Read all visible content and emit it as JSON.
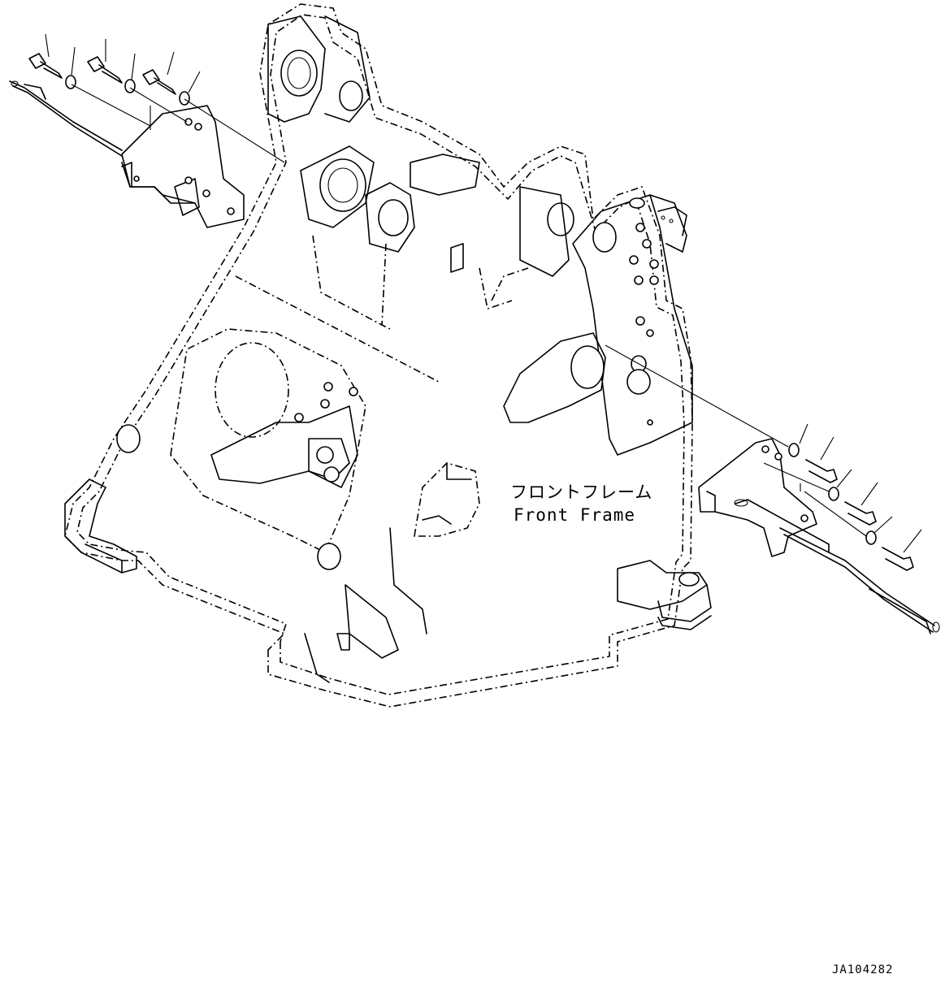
{
  "labels": {
    "front_frame_jp": "フロントフレーム",
    "front_frame_en": "Front Frame",
    "drawing_code": "JA104282"
  }
}
